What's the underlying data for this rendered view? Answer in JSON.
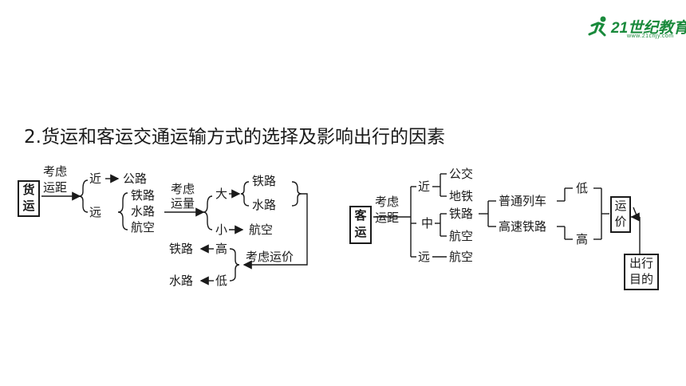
{
  "brand": {
    "logo_text": "21世纪教育",
    "logo_sub": "www.21cnjy.com"
  },
  "title": "2.货运和客运交通运输方式的选择及影响出行的因素",
  "freight": {
    "root": "货运",
    "consider_distance": [
      "考虑",
      "运距"
    ],
    "near": "近",
    "road": "公路",
    "far": "远",
    "far_options": [
      "铁路",
      "水路",
      "航空"
    ],
    "consider_volume": [
      "考虑",
      "运量"
    ],
    "large": "大",
    "rail": "铁路",
    "water": "水路",
    "small": "小",
    "air": "航空",
    "consider_price": "考虑运价",
    "high": "高",
    "low": "低",
    "rail_out": "铁路",
    "water_out": "水路"
  },
  "passenger": {
    "root": "客运",
    "consider_distance": [
      "考虑",
      "运距"
    ],
    "near": "近",
    "bus": "公交",
    "metro": "地铁",
    "mid": "中",
    "rail": "铁路",
    "air_mid": "航空",
    "far": "远",
    "air_far": "航空",
    "normal_train": "普通列车",
    "hsr": "高速铁路",
    "low": "低",
    "high": "高",
    "price": "运价",
    "purpose": "出行目的"
  }
}
